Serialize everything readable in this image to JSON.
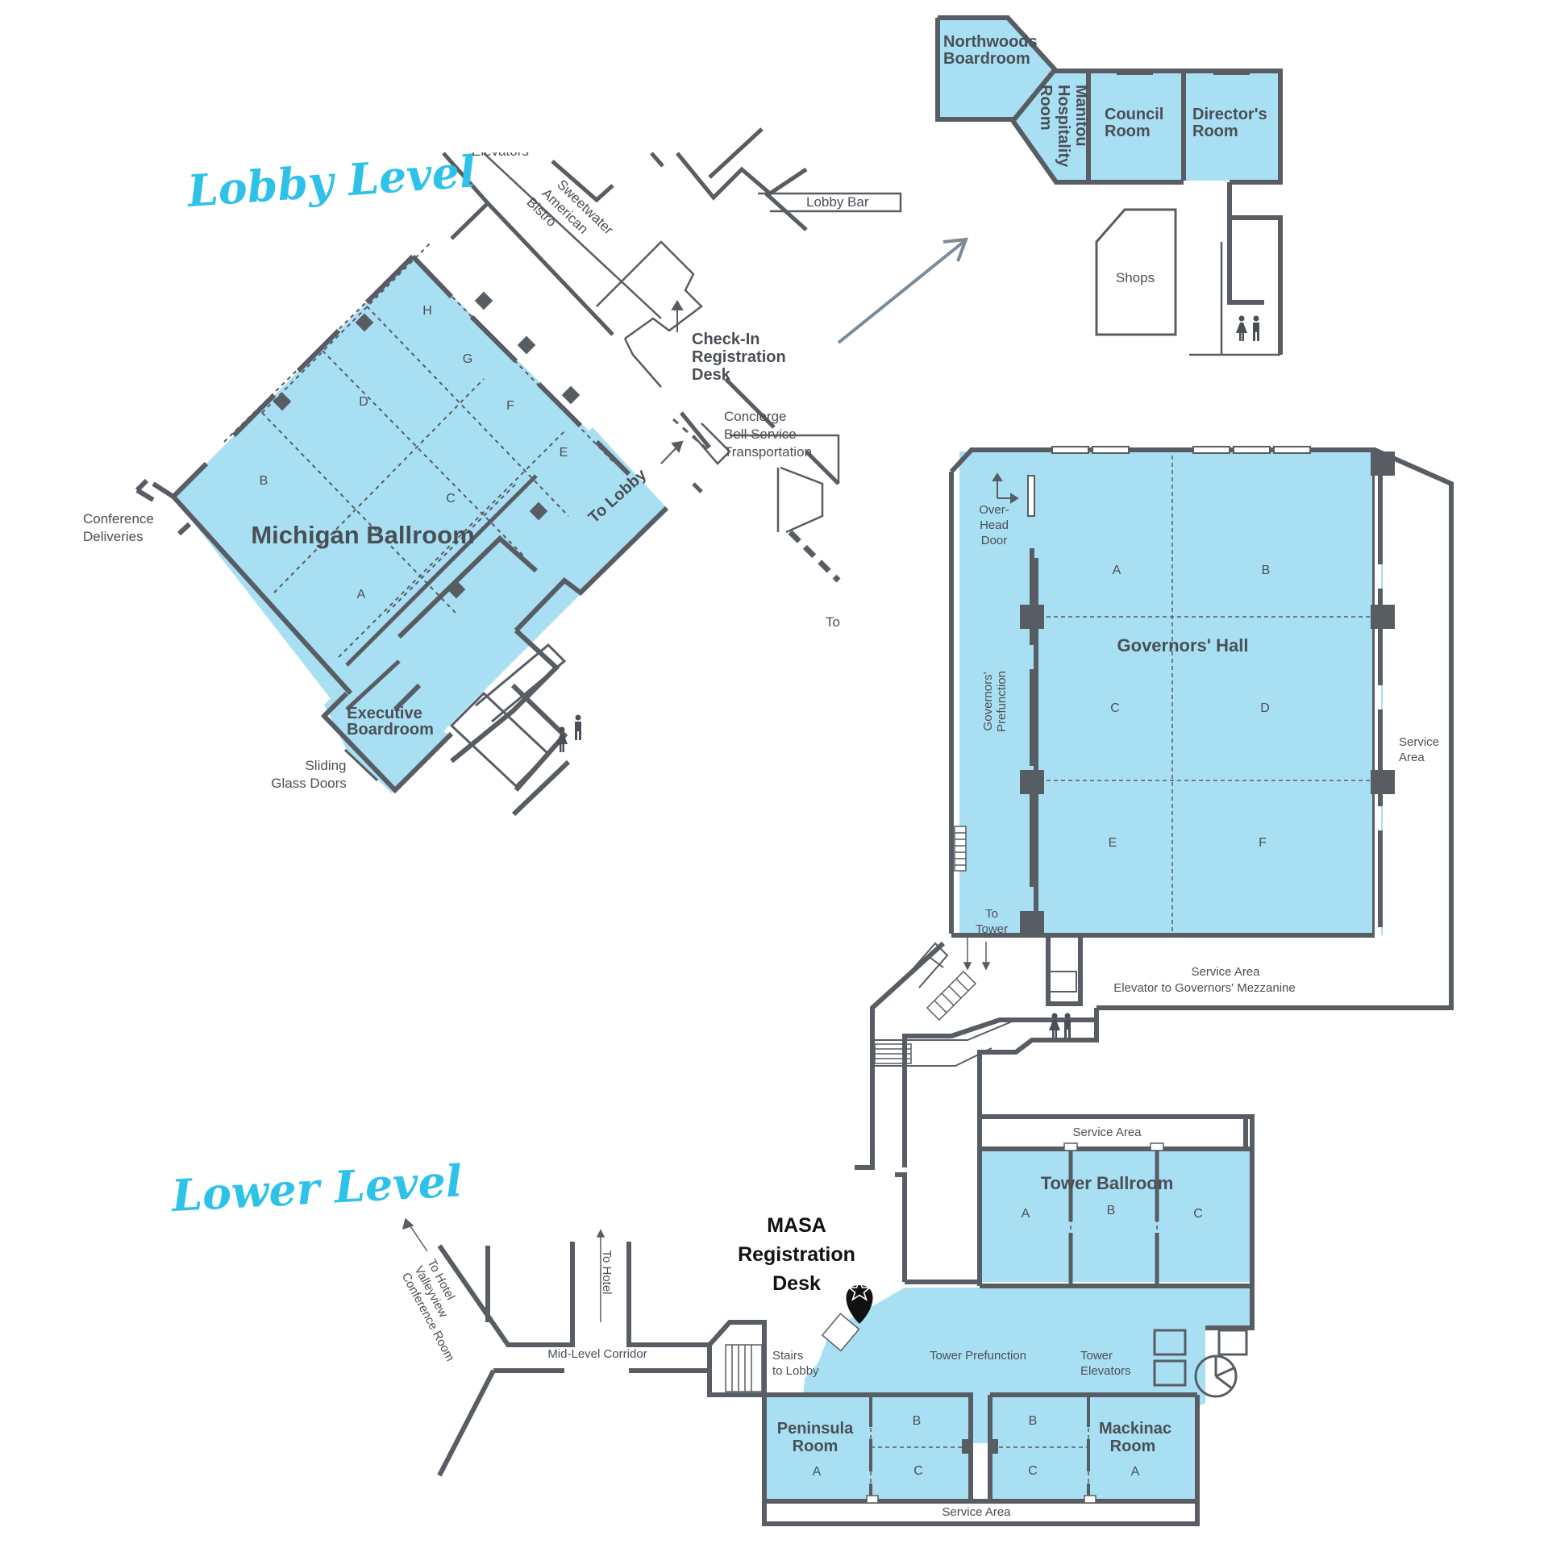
{
  "levels": {
    "lobby": "Lobby Level",
    "lower": "Lower Level"
  },
  "colors": {
    "room_fill": "#a9dff2",
    "wall": "#585d63",
    "label": "#4a4f55",
    "level_title": "#2fc2e8",
    "marker": "#111111"
  },
  "lobby": {
    "michigan_ballroom": {
      "title": "Michigan Ballroom",
      "sections": [
        "A",
        "B",
        "C",
        "D",
        "E",
        "F",
        "G",
        "H"
      ]
    },
    "executive_boardroom": [
      "Executive",
      "Boardroom"
    ],
    "to_lobby": "To Lobby",
    "conference_deliveries": [
      "Conference",
      "Deliveries"
    ],
    "sliding_glass_doors": [
      "Sliding",
      "Glass Doors"
    ],
    "check_in": [
      "Check-In",
      "Registration",
      "Desk"
    ],
    "concierge": [
      "Concierge",
      "Bell Service",
      "Transportation"
    ],
    "sweetwater": [
      "Sweetwater",
      "American",
      "Bistro"
    ],
    "elevators_partial": "Elevators",
    "lobby_bar": "Lobby Bar",
    "to_partial": "To",
    "northwoods_boardroom": [
      "Northwoods",
      "Boardroom"
    ],
    "manitou_room": [
      "Manitou",
      "Hospitality",
      "Room"
    ],
    "council_room": [
      "Council",
      "Room"
    ],
    "directors_room": [
      "Director's",
      "Room"
    ],
    "shops": "Shops",
    "restroom_icon": "restroom-icon"
  },
  "governors": {
    "title": "Governors' Hall",
    "sections": [
      "A",
      "B",
      "C",
      "D",
      "E",
      "F"
    ],
    "overhead_door": [
      "Over-",
      "Head",
      "Door"
    ],
    "prefunction": [
      "Governors'",
      "Prefunction"
    ],
    "to_tower": [
      "To",
      "Tower"
    ],
    "service_area_right": [
      "Service",
      "Area"
    ],
    "service_area_bottom": [
      "Service Area",
      "Elevator to Governors' Mezzanine"
    ]
  },
  "lower": {
    "tower_ballroom": {
      "title": "Tower Ballroom",
      "sections": [
        "A",
        "B",
        "C"
      ]
    },
    "service_area_top": "Service Area",
    "tower_prefunction": "Tower Prefunction",
    "tower_elevators": [
      "Tower",
      "Elevators"
    ],
    "stairs_to_lobby": [
      "Stairs",
      "to Lobby"
    ],
    "mid_level_corridor": "Mid-Level Corridor",
    "to_hotel": "To Hotel",
    "to_hotel_valleyview": [
      "To Hotel",
      "Valleyview",
      "Conference Room"
    ],
    "peninsula_room": {
      "title": [
        "Peninsula",
        "Room"
      ],
      "sections": [
        "A",
        "B",
        "C"
      ]
    },
    "mackinac_room": {
      "title": [
        "Mackinac",
        "Room"
      ],
      "sections": [
        "A",
        "B",
        "C"
      ]
    },
    "service_area_bottom": "Service Area",
    "masa_desk": [
      "MASA",
      "Registration",
      "Desk"
    ],
    "marker_icon": "star-pin-icon"
  }
}
